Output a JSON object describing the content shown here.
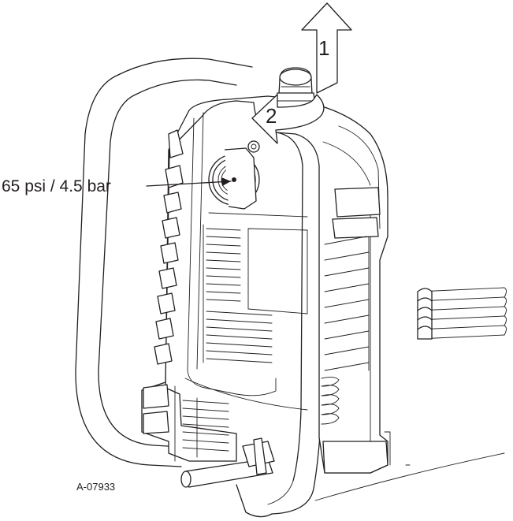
{
  "labels": {
    "pressure": "65 psi / 4.5 bar",
    "figure_id": "A-07933"
  },
  "steps": {
    "pull": "1",
    "turn": "2"
  },
  "colors": {
    "ink": "#231f20",
    "paper": "#ffffff"
  }
}
